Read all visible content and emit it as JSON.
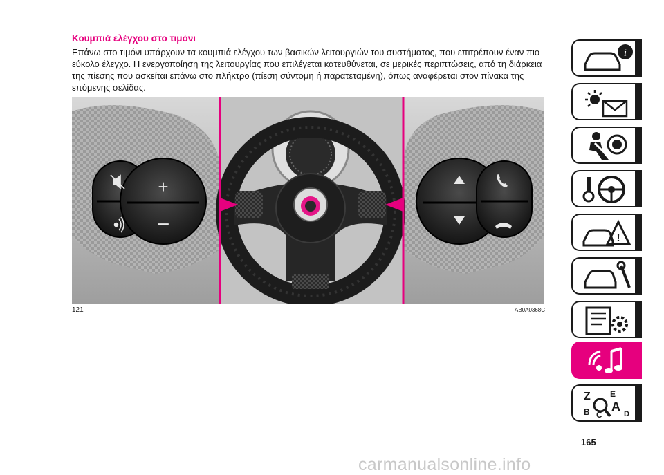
{
  "section": {
    "title": "Κουμπιά ελέγχου στο τιμόνι",
    "body": "Επάνω στο τιμόνι υπάρχουν τα κουμπιά ελέγχου των βασικών λειτουργιών του συστήματος, που επιτρέπουν έναν πιο εύκολο έλεγχο. Η ενεργοποίηση της λειτουργίας που επιλέγεται κατευθύνεται, σε μερικές περιπτώσεις, από τη διάρκεια της πίεσης που ασκείται επάνω στο πλήκτρο (πίεση σύντομη ή παρατεταμένη), όπως αναφέρεται στον πίνακα της επόμενης σελίδας."
  },
  "figure": {
    "number": "121",
    "code": "AB0A0368C",
    "left_pad_icons": [
      "mute-icon",
      "plus-icon",
      "voice-command-icon",
      "minus-icon"
    ],
    "right_pad_icons": [
      "arrow-up-icon",
      "phone-accept-icon",
      "arrow-down-icon",
      "phone-end-icon"
    ],
    "accent_color": "#e6007e"
  },
  "page_number": "165",
  "watermark": "carmanualsonline.info",
  "side_tabs": [
    {
      "icon": "car-info-icon",
      "active": false
    },
    {
      "icon": "warning-lights-icon",
      "active": false
    },
    {
      "icon": "seat-safety-icon",
      "active": false
    },
    {
      "icon": "starting-driving-icon",
      "active": false
    },
    {
      "icon": "emergency-icon",
      "active": false
    },
    {
      "icon": "maintenance-icon",
      "active": false
    },
    {
      "icon": "technical-data-icon",
      "active": false
    },
    {
      "icon": "multimedia-icon",
      "active": true
    },
    {
      "icon": "index-icon",
      "active": false
    }
  ]
}
